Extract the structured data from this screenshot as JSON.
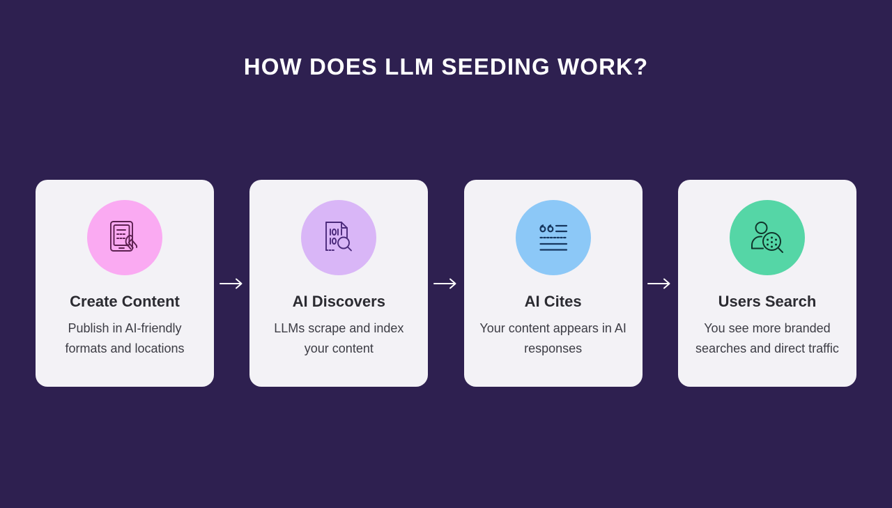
{
  "header": {
    "title": "HOW DOES LLM SEEDING WORK?"
  },
  "colors": {
    "background": "#2E2050",
    "card_background": "#F3F2F6",
    "title_text": "#FFFFFF",
    "card_title_text": "#2B2B31",
    "card_desc_text": "#3C3C44",
    "arrow": "#FFFFFF"
  },
  "steps": [
    {
      "title": "Create Content",
      "description": "Publish in AI-friendly formats and locations",
      "icon_name": "tablet-in-hand-icon",
      "circle_color": "#FAAAF2",
      "icon_stroke": "#5C2050"
    },
    {
      "title": "AI Discovers",
      "description": "LLMs scrape and index your content",
      "icon_name": "binary-document-search-icon",
      "circle_color": "#D9B6F7",
      "icon_stroke": "#4B2A7B"
    },
    {
      "title": "AI Cites",
      "description": "Your content appears in AI responses",
      "icon_name": "quote-lines-icon",
      "circle_color": "#8CC8F7",
      "icon_stroke": "#16365E"
    },
    {
      "title": "Users Search",
      "description": "You see more branded searches and direct traffic",
      "icon_name": "user-magnifier-icon",
      "circle_color": "#55D6A6",
      "icon_stroke": "#10352B"
    }
  ],
  "arrows": [
    {
      "glyph": "right-arrow-icon"
    },
    {
      "glyph": "right-arrow-icon"
    },
    {
      "glyph": "right-arrow-icon"
    }
  ]
}
